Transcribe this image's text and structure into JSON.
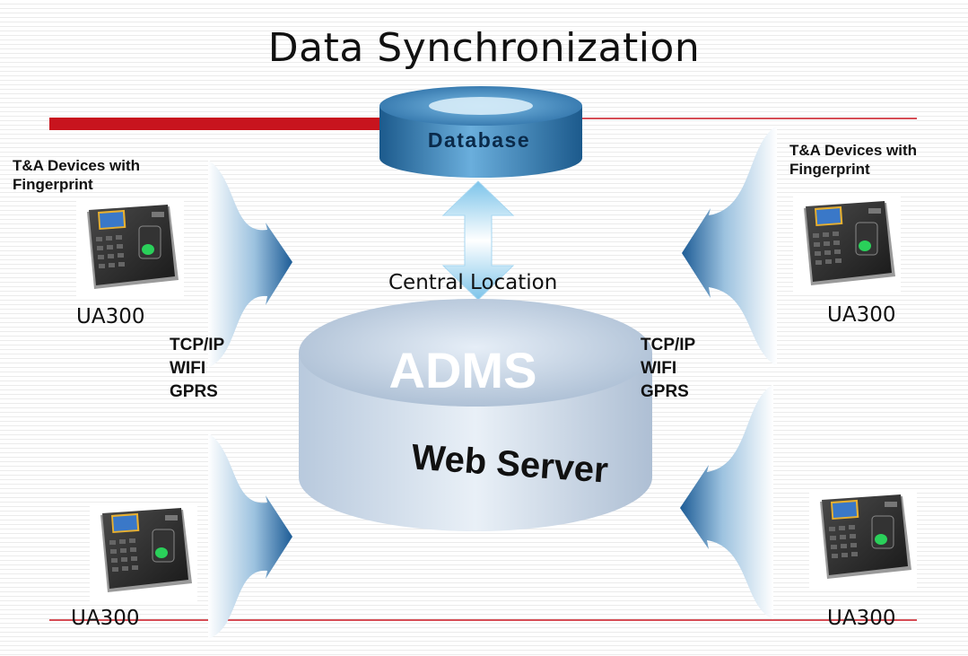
{
  "title": "Data Synchronization",
  "database_label": "Database",
  "central_label": "Central Location",
  "server": {
    "top_label": "ADMS",
    "bottom_label": "Web Server"
  },
  "devices": {
    "top_left": {
      "caption": "T&A Devices with Fingerprint",
      "model": "UA300"
    },
    "top_right": {
      "caption": "T&A Devices with Fingerprint",
      "model": "UA300"
    },
    "bottom_left": {
      "model": "UA300"
    },
    "bottom_right": {
      "model": "UA300"
    }
  },
  "protocols_left": [
    "TCP/IP",
    "WIFI",
    "GPRS"
  ],
  "protocols_right": [
    "TCP/IP",
    "WIFI",
    "GPRS"
  ],
  "colors": {
    "accent_red": "#c8141e",
    "arrow_blue": "#1f5f9a",
    "db_blue": "#3a7fb6"
  }
}
